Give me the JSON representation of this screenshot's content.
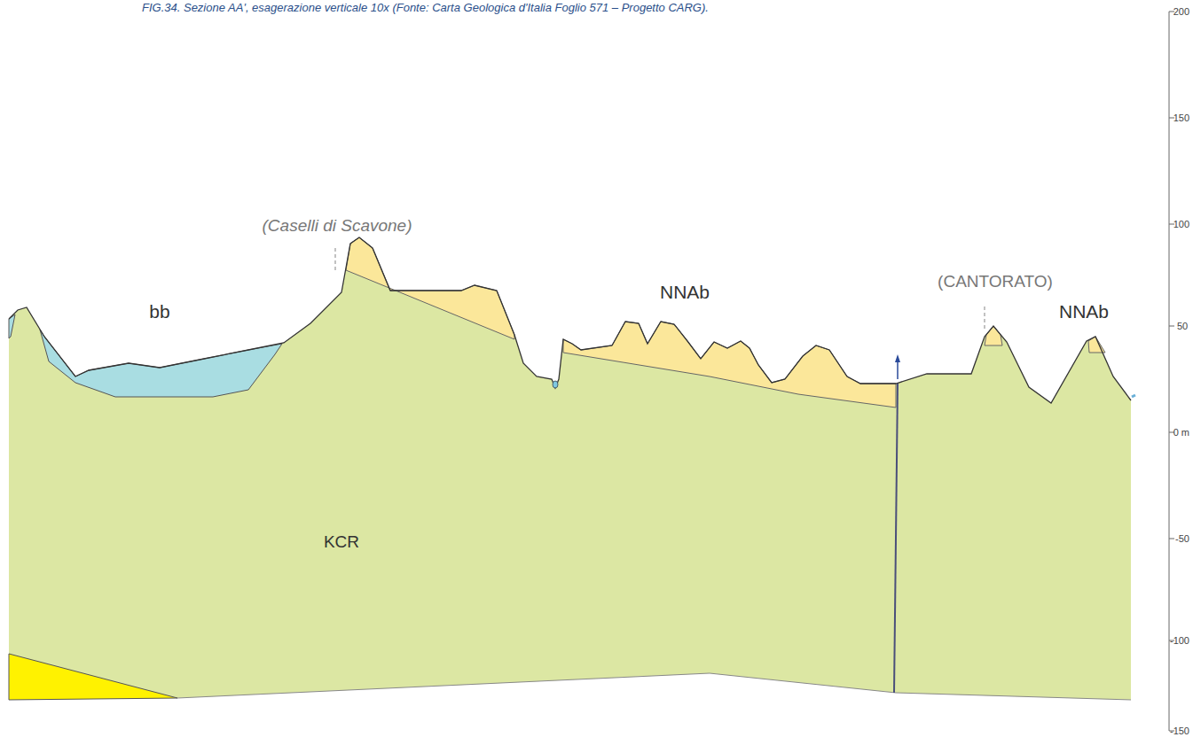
{
  "diagram": {
    "caption": "FIG.34. Sezione AA', esagerazione verticale 10x (Fonte: Carta Geologica d'Italia Foglio 571 – Progetto CARG).",
    "labels": [
      "(Caselli di Scavone)",
      "bb",
      "NNAb",
      "(CANTORATO)",
      "NNAb",
      "KCR",
      "200",
      "150",
      "100",
      "50",
      "0 m",
      "-50",
      "-100",
      "-150"
    ]
  }
}
